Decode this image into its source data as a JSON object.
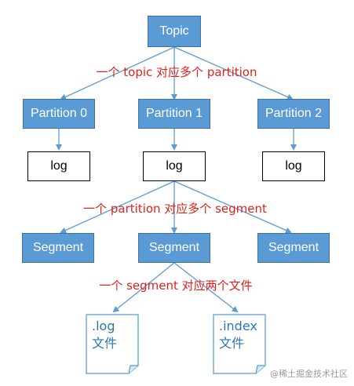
{
  "nodes": {
    "topic": "Topic",
    "partitions": [
      "Partition 0",
      "Partition 1",
      "Partition 2"
    ],
    "logs": [
      "log",
      "log",
      "log"
    ],
    "segments": [
      "Segment",
      "Segment",
      "Segment"
    ],
    "files": [
      {
        "name": ".log",
        "kind": "文件"
      },
      {
        "name": ".index",
        "kind": "文件"
      }
    ]
  },
  "annotations": {
    "topic_partition": "一个 topic 对应多个 partition",
    "partition_segment": "一个 partition 对应多个 segment",
    "segment_files": "一个 segment 对应两个文件"
  },
  "watermark": "@稀土掘金技术社区",
  "colors": {
    "box_fill": "#5b9bd5",
    "box_border": "#41719c",
    "arrow": "#5b9bd5",
    "annotation_text": "#e0201b",
    "file_text": "#2e75b6"
  }
}
